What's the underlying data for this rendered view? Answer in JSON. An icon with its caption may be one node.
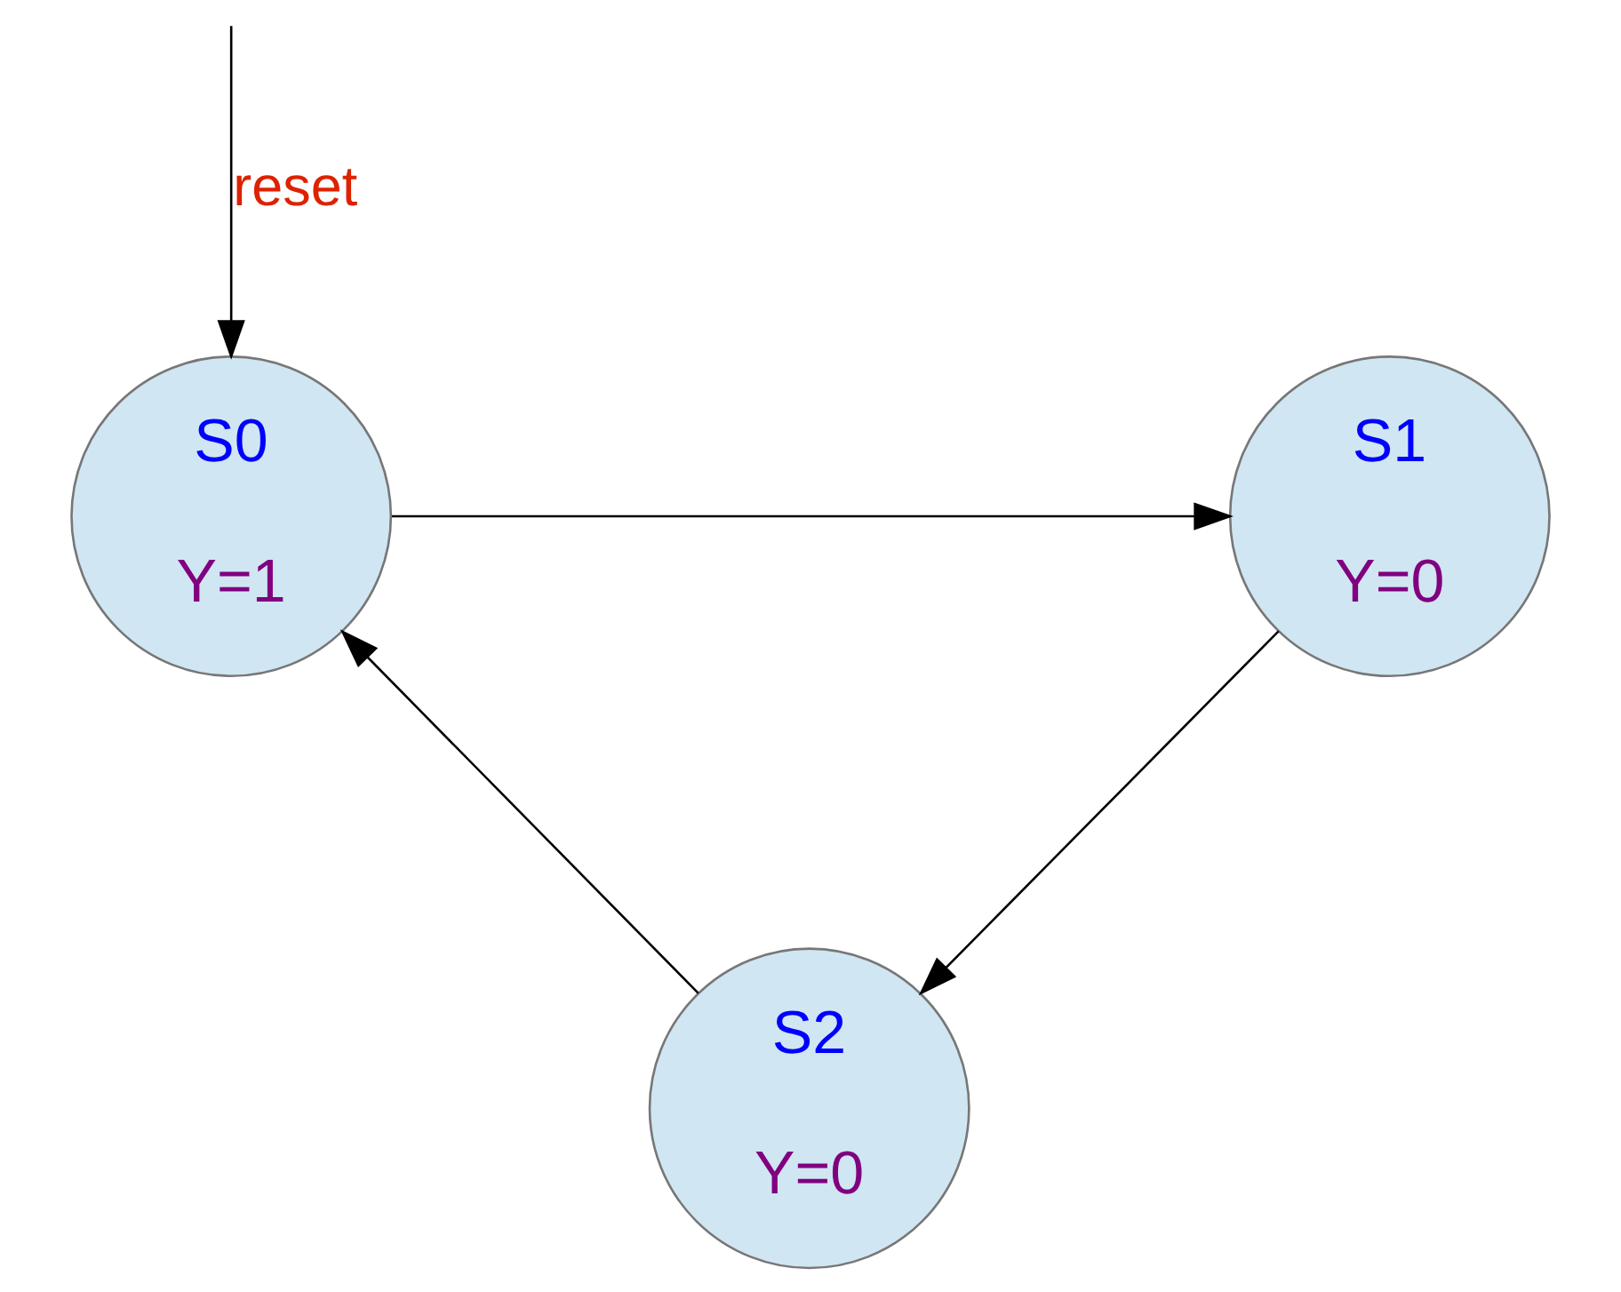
{
  "diagram": {
    "nodes": [
      {
        "text": [
          "S0",
          "Y=1"
        ]
      },
      {
        "text": [
          "S1",
          "Y=0"
        ]
      },
      {
        "text": [
          "S2",
          "Y=0"
        ]
      }
    ],
    "edges": [
      {
        "from": null,
        "to": 0,
        "arrow": "to",
        "label": "reset"
      },
      {
        "from": 0,
        "to": 1,
        "arrow": "to"
      },
      {
        "from": 1,
        "to": 2,
        "arrow": "to"
      },
      {
        "from": 2,
        "to": 0,
        "arrow": "to"
      }
    ]
  }
}
